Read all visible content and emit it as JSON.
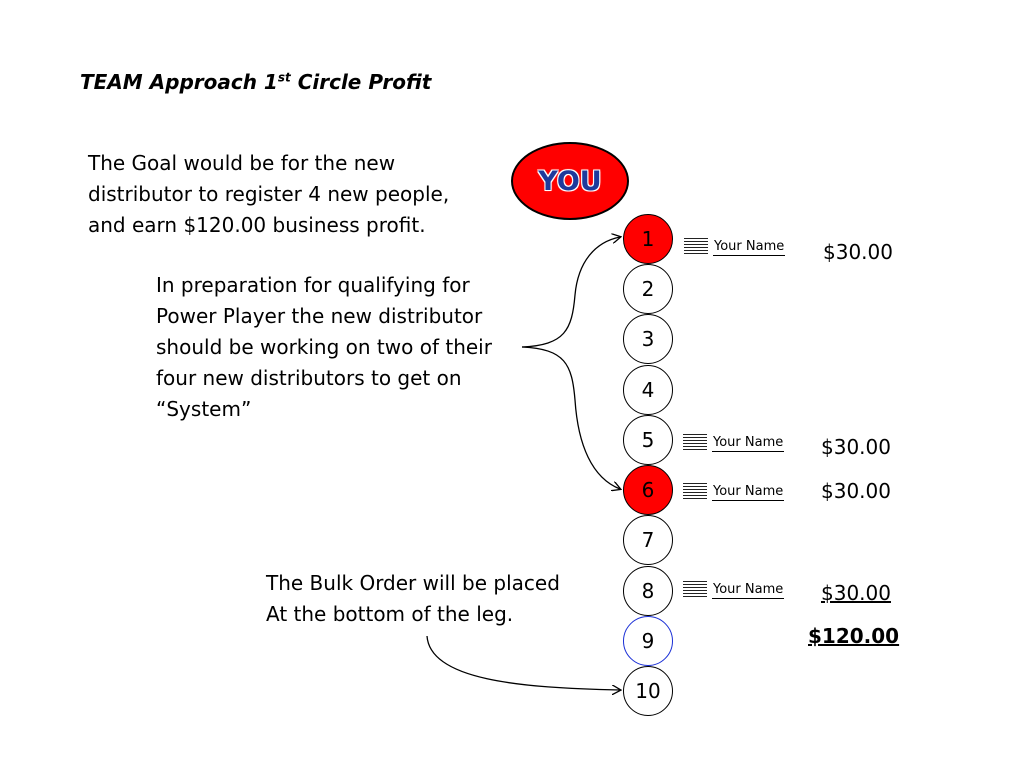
{
  "title": {
    "main": "TEAM Approach 1",
    "sup": "st",
    "rest": " Circle Profit"
  },
  "goal_text": [
    "The Goal would be for the new",
    "distributor to register 4 new people,",
    "and earn $120.00 business profit."
  ],
  "prep_text": [
    "In preparation for qualifying for",
    "Power Player the new distributor",
    "should be working on two of their",
    "four new distributors to get on",
    "“System”"
  ],
  "bulk_text": [
    "The Bulk Order will be placed",
    "At the bottom of the leg."
  ],
  "you_label": "YOU",
  "nodes": [
    "1",
    "2",
    "3",
    "4",
    "5",
    "6",
    "7",
    "8",
    "9",
    "10"
  ],
  "name_label": "Your Name",
  "entries": [
    {
      "node": "1",
      "name": "Your Name",
      "amount": "$30.00"
    },
    {
      "node": "5",
      "name": "Your Name",
      "amount": "$30.00"
    },
    {
      "node": "6",
      "name": "Your Name",
      "amount": "$30.00"
    },
    {
      "node": "8",
      "name": "Your Name",
      "amount": "$30.00"
    }
  ],
  "total": "$120.00",
  "colors": {
    "highlight": "#ff0000",
    "you_text": "#1f3a9c",
    "node9_border": "#1a2fd6"
  }
}
